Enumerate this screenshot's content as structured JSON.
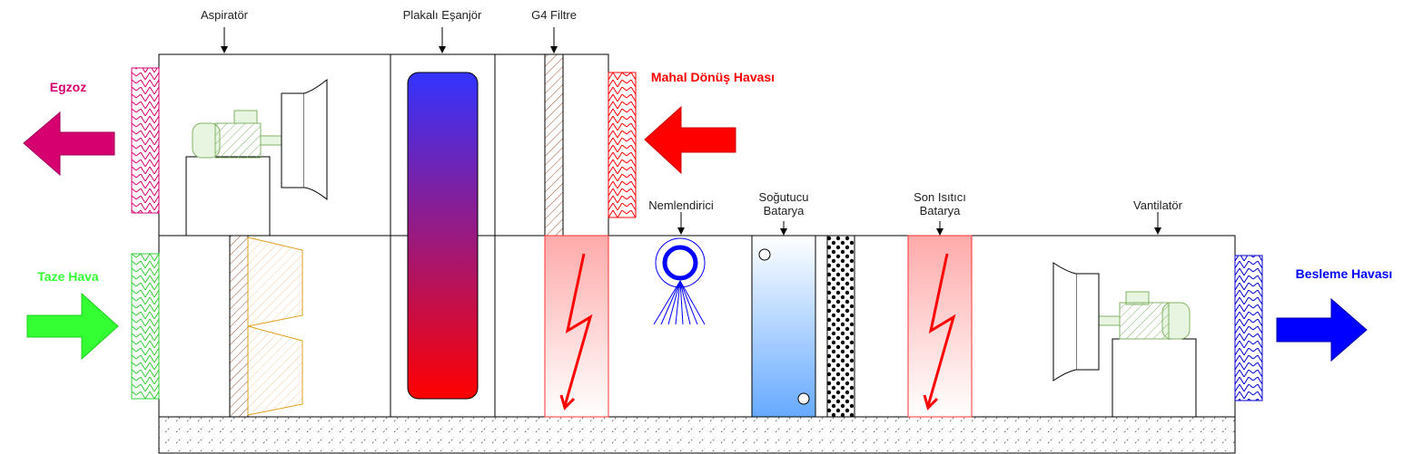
{
  "components": {
    "aspirator": "Aspiratör",
    "plate_exchanger": "Plakalı Eşanjör",
    "g4_filter": "G4 Filtre",
    "humidifier": "Nemlendirici",
    "cooling_coil": "Soğutucu Batarya",
    "reheat_coil": "Son Isıtıcı Batarya",
    "fan": "Vantilatör"
  },
  "flows": {
    "exhaust": "Egzoz",
    "fresh_air": "Taze Hava",
    "return_air": "Mahal Dönüş Havası",
    "supply_air": "Besleme Havası"
  },
  "colors": {
    "exhaust": "#d6006f",
    "fresh_air": "#33ff33",
    "return_air": "#ff0000",
    "supply_air": "#0000ff",
    "hatch_green": "#82b366",
    "hatch_brown": "#a0522d",
    "hatch_orange": "#e0a020"
  }
}
